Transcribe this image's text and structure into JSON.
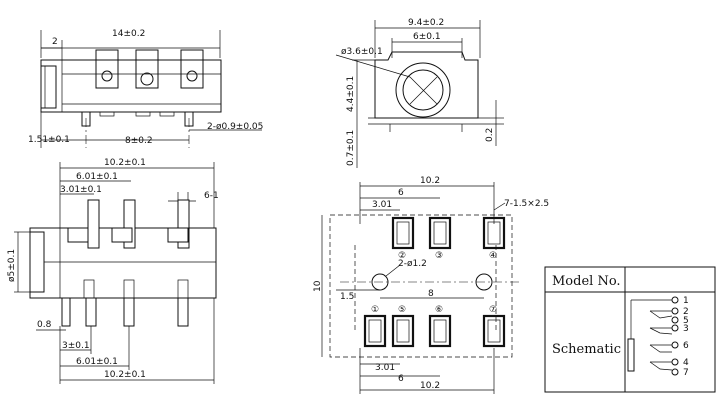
{
  "side_view": {
    "dim_length": "14±0.2",
    "dim_offset": "2",
    "dim_pin_offset": "1.51±0.1",
    "dim_pin_pitch": "8±0.2",
    "dim_pin_dia": "2-ø0.9±0.05"
  },
  "front_view": {
    "dim_width": "9.4±0.2",
    "dim_inner": "6±0.1",
    "dim_hole": "ø3.6±0.1",
    "dim_height": "4.4±0.1",
    "dim_leg": "0.7±0.1",
    "dim_base": "0.2"
  },
  "top_view": {
    "dim_span": "10.2±0.1",
    "dim_pitch_6": "6.01±0.1",
    "dim_pitch_3": "3.01±0.1",
    "dim_pin_w": "6-1",
    "dim_body": "ø5±0.1",
    "dim_edge": "0.8",
    "dim_bottom_3": "3±0.1",
    "dim_bottom_6": "6.01±0.1",
    "dim_bottom_span": "10.2±0.1"
  },
  "pcb_layout": {
    "dim_top_span": "10.2",
    "dim_top_6": "6",
    "dim_top_3": "3.01",
    "dim_pad": "7-1.5×2.5",
    "dim_holes": "2-ø1.2",
    "dim_height": "10",
    "dim_offset": "1.5",
    "dim_hole_pitch": "8",
    "dim_bot_3": "3.01",
    "dim_bot_6": "6",
    "dim_bot_span": "10.2",
    "pad_numbers_top": [
      "②",
      "③",
      "④"
    ],
    "pad_numbers_bottom": [
      "①",
      "⑤",
      "⑥",
      "⑦"
    ]
  },
  "table": {
    "model_label": "Model No.",
    "schematic_label": "Schematic",
    "pins": [
      "1",
      "2",
      "5",
      "3",
      "6",
      "4",
      "7"
    ]
  }
}
